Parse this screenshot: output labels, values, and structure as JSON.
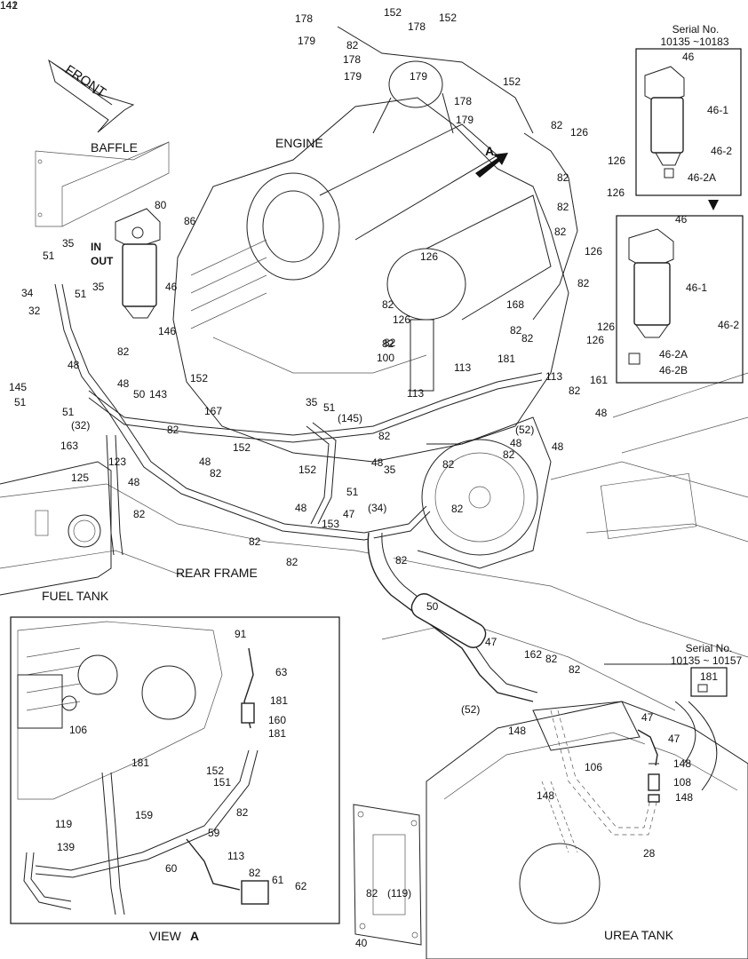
{
  "titles": {
    "front": "FRONT",
    "baffle": "BAFFLE",
    "engine": "ENGINE",
    "fuel_tank": "FUEL TANK",
    "rear_frame": "REAR FRAME",
    "urea_tank": "UREA TANK",
    "view_a": "VIEW",
    "view_a_letter": "A",
    "arrow_a": "A",
    "in": "IN",
    "out": "OUT"
  },
  "serial_top": {
    "heading": "Serial No.",
    "range": "10135 ~10183"
  },
  "serial_mid": {
    "heading": "Serial No.",
    "range": "10135 ~ 10157"
  },
  "top_inset": {
    "part": "46",
    "callouts": [
      "46-1",
      "46-2",
      "46-2A"
    ]
  },
  "mid_inset": {
    "part": "46",
    "callouts": [
      "46-1",
      "46-2",
      "46-2A",
      "46-2B"
    ]
  },
  "small_inset": {
    "part": "181"
  },
  "labels": [
    {
      "t": "178"
    },
    {
      "t": "152"
    },
    {
      "t": "179"
    },
    {
      "t": "82"
    },
    {
      "t": "178"
    },
    {
      "t": "179"
    },
    {
      "t": "178"
    },
    {
      "t": "152"
    },
    {
      "t": "179"
    },
    {
      "t": "178"
    },
    {
      "t": "152"
    },
    {
      "t": "179"
    },
    {
      "t": "82"
    },
    {
      "t": "126"
    },
    {
      "t": "82"
    },
    {
      "t": "126"
    },
    {
      "t": "82"
    },
    {
      "t": "126"
    },
    {
      "t": "82"
    },
    {
      "t": "126"
    },
    {
      "t": "80"
    },
    {
      "t": "86"
    },
    {
      "t": "35"
    },
    {
      "t": "51"
    },
    {
      "t": "35"
    },
    {
      "t": "51"
    },
    {
      "t": "34"
    },
    {
      "t": "32"
    },
    {
      "t": "46"
    },
    {
      "t": "146"
    },
    {
      "t": "126"
    },
    {
      "t": "82"
    },
    {
      "t": "126"
    },
    {
      "t": "82"
    },
    {
      "t": "100"
    },
    {
      "t": "82"
    },
    {
      "t": "168"
    },
    {
      "t": "82"
    },
    {
      "t": "82"
    },
    {
      "t": "126"
    },
    {
      "t": "82"
    },
    {
      "t": "126"
    },
    {
      "t": "113"
    },
    {
      "t": "181"
    },
    {
      "t": "113"
    },
    {
      "t": "82"
    },
    {
      "t": "161"
    },
    {
      "t": "48"
    },
    {
      "t": "145"
    },
    {
      "t": "51"
    },
    {
      "t": "51"
    },
    {
      "t": "(32)"
    },
    {
      "t": "163"
    },
    {
      "t": "48"
    },
    {
      "t": "82"
    },
    {
      "t": "48"
    },
    {
      "t": "50"
    },
    {
      "t": "143"
    },
    {
      "t": "82"
    },
    {
      "t": "123"
    },
    {
      "t": "125"
    },
    {
      "t": "48"
    },
    {
      "t": "82"
    },
    {
      "t": "152"
    },
    {
      "t": "167"
    },
    {
      "t": "152"
    },
    {
      "t": "35"
    },
    {
      "t": "51"
    },
    {
      "t": "(145)"
    },
    {
      "t": "152"
    },
    {
      "t": "113"
    },
    {
      "t": "82"
    },
    {
      "t": "48"
    },
    {
      "t": "(52)"
    },
    {
      "t": "82"
    },
    {
      "t": "48"
    },
    {
      "t": "82"
    },
    {
      "t": "48"
    },
    {
      "t": "82"
    },
    {
      "t": "48"
    },
    {
      "t": "35"
    },
    {
      "t": "51"
    },
    {
      "t": "(34)"
    },
    {
      "t": "82"
    },
    {
      "t": "82"
    },
    {
      "t": "47"
    },
    {
      "t": "153"
    },
    {
      "t": "82"
    },
    {
      "t": "48"
    },
    {
      "t": "82"
    },
    {
      "t": "50"
    },
    {
      "t": "47"
    },
    {
      "t": "162"
    },
    {
      "t": "82"
    },
    {
      "t": "82"
    },
    {
      "t": "(52)"
    },
    {
      "t": "148"
    },
    {
      "t": "47"
    },
    {
      "t": "47"
    },
    {
      "t": "148"
    },
    {
      "t": "108"
    },
    {
      "t": "148"
    },
    {
      "t": "106"
    },
    {
      "t": "148"
    },
    {
      "t": "28"
    },
    {
      "t": "82"
    },
    {
      "t": "(119)"
    },
    {
      "t": "40"
    },
    {
      "t": "91"
    },
    {
      "t": "63"
    },
    {
      "t": "181"
    },
    {
      "t": "160"
    },
    {
      "t": "181"
    },
    {
      "t": "106"
    },
    {
      "t": "181"
    },
    {
      "t": "152"
    },
    {
      "t": "151"
    },
    {
      "t": "82"
    },
    {
      "t": "159"
    },
    {
      "t": "119"
    },
    {
      "t": "139"
    },
    {
      "t": "59"
    },
    {
      "t": "60"
    },
    {
      "t": "113"
    },
    {
      "t": "82"
    },
    {
      "t": "61"
    },
    {
      "t": "62"
    },
    {
      "t": "142"
    },
    {
      "t": "141"
    }
  ]
}
